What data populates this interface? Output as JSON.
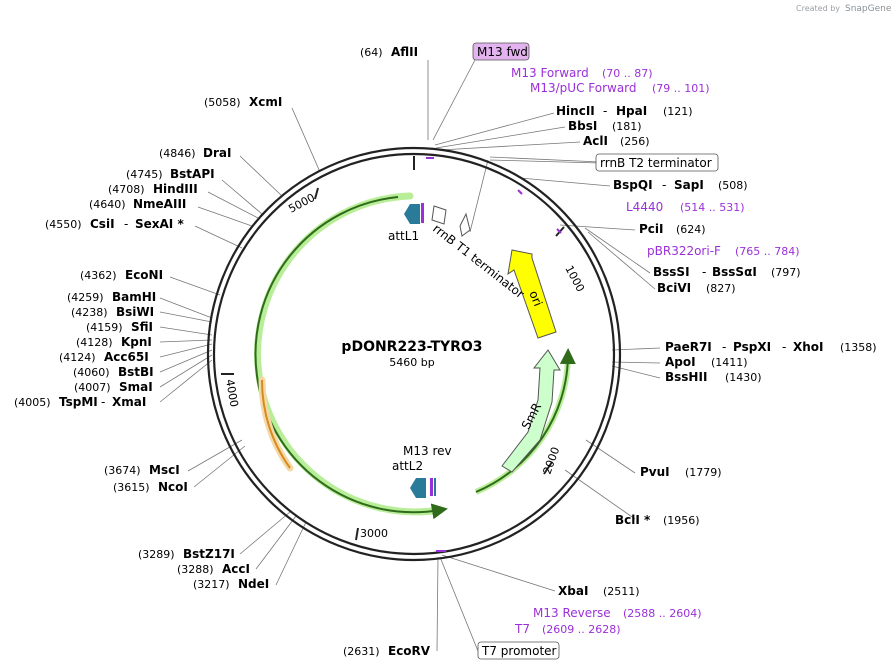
{
  "credit": {
    "text": "Created by",
    "brand": "SnapGene"
  },
  "plasmid": {
    "name": "pDONR223-TYRO3",
    "length": "5460 bp"
  },
  "ticks": [
    "1000",
    "2000",
    "3000",
    "4000",
    "5000"
  ],
  "features": {
    "ori": "ori",
    "smr": "SmR",
    "attL1": "attL1",
    "attL2": "attL2",
    "m13rev": "M13 rev",
    "rrnBT1": "rrnB T1 terminator"
  },
  "boxed": {
    "m13fwd": "M13 fwd",
    "rrnBT2": "rrnB T2 terminator",
    "t7prom": "T7 promoter"
  },
  "right_sites": [
    {
      "name": "HincII",
      "name2": "HpaI",
      "pos": "(121)"
    },
    {
      "name": "BbsI",
      "name2": "",
      "pos": "(181)"
    },
    {
      "name": "AclI",
      "name2": "",
      "pos": "(256)"
    },
    {
      "name": "BspQI",
      "name2": "SapI",
      "pos": "(508)"
    },
    {
      "name": "PciI",
      "name2": "",
      "pos": "(624)"
    },
    {
      "name": "BssSI",
      "name2": "BssSαI",
      "pos": "(797)"
    },
    {
      "name": "BciVI",
      "name2": "",
      "pos": "(827)"
    },
    {
      "name": "PaeR7I",
      "name2": "PspXI",
      "name3": "XhoI",
      "pos": "(1358)"
    },
    {
      "name": "ApoI",
      "name2": "",
      "pos": "(1411)"
    },
    {
      "name": "BssHII",
      "name2": "",
      "pos": "(1430)"
    },
    {
      "name": "PvuI",
      "name2": "",
      "pos": "(1779)"
    },
    {
      "name": "BclI *",
      "name2": "",
      "pos": "(1956)"
    },
    {
      "name": "XbaI",
      "name2": "",
      "pos": "(2511)"
    }
  ],
  "right_primers": [
    {
      "name": "M13 Forward",
      "range": "(70 .. 87)"
    },
    {
      "name": "M13/pUC Forward",
      "range": "(79 .. 101)"
    },
    {
      "name": "L4440",
      "range": "(514 .. 531)"
    },
    {
      "name": "pBR322ori-F",
      "range": "(765 .. 784)"
    },
    {
      "name": "M13 Reverse",
      "range": "(2588 .. 2604)"
    },
    {
      "name": "T7",
      "range": "(2609 .. 2628)"
    }
  ],
  "left_sites": [
    {
      "pos": "(64)",
      "name": "AflII",
      "name2": ""
    },
    {
      "pos": "(5058)",
      "name": "XcmI",
      "name2": ""
    },
    {
      "pos": "(4846)",
      "name": "DraI",
      "name2": ""
    },
    {
      "pos": "(4745)",
      "name": "BstAPI",
      "name2": ""
    },
    {
      "pos": "(4708)",
      "name": "HindIII",
      "name2": ""
    },
    {
      "pos": "(4640)",
      "name": "NmeAIII",
      "name2": ""
    },
    {
      "pos": "(4550)",
      "name": "CsiI",
      "name2": "SexAI *"
    },
    {
      "pos": "(4362)",
      "name": "EcoNI",
      "name2": ""
    },
    {
      "pos": "(4259)",
      "name": "BamHI",
      "name2": ""
    },
    {
      "pos": "(4238)",
      "name": "BsiWI",
      "name2": ""
    },
    {
      "pos": "(4159)",
      "name": "SfiI",
      "name2": ""
    },
    {
      "pos": "(4128)",
      "name": "KpnI",
      "name2": ""
    },
    {
      "pos": "(4124)",
      "name": "Acc65I",
      "name2": ""
    },
    {
      "pos": "(4060)",
      "name": "BstBI",
      "name2": ""
    },
    {
      "pos": "(4007)",
      "name": "SmaI",
      "name2": ""
    },
    {
      "pos": "(4005)",
      "name": "TspMI",
      "name2": "XmaI"
    },
    {
      "pos": "(3674)",
      "name": "MscI",
      "name2": ""
    },
    {
      "pos": "(3615)",
      "name": "NcoI",
      "name2": ""
    },
    {
      "pos": "(3289)",
      "name": "BstZ17I",
      "name2": ""
    },
    {
      "pos": "(3288)",
      "name": "AccI",
      "name2": ""
    },
    {
      "pos": "(3217)",
      "name": "NdeI",
      "name2": ""
    },
    {
      "pos": "(2631)",
      "name": "EcoRV",
      "name2": ""
    }
  ],
  "colors": {
    "backbone": "#222222",
    "primer": "#9b30d9",
    "primer_box": "#e3b3f0",
    "ori": "#ffff00",
    "smr": "#ccffcc",
    "att": "#2a7a9a",
    "orf_arc": "#2f6b1a",
    "orf_glow": "#b8ee98",
    "orange_arc": "#d98a1c"
  }
}
